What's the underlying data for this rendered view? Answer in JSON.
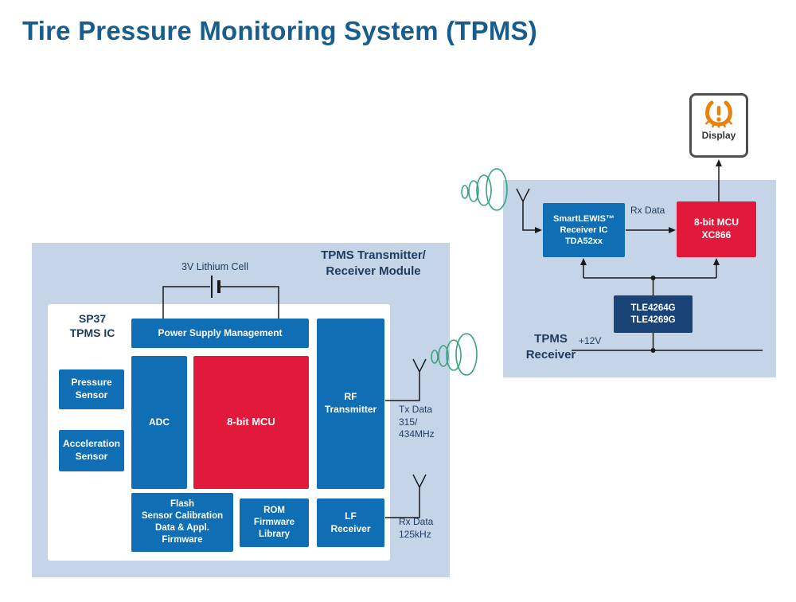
{
  "title": "Tire Pressure Monitoring System (TPMS)",
  "transmitter": {
    "module_label": "TPMS Transmitter/\nReceiver Module",
    "battery_label": "3V Lithium Cell",
    "chip_label": "SP37\nTPMS IC",
    "blocks": {
      "psm": "Power Supply Management",
      "pressure": "Pressure\nSensor",
      "acceleration": "Acceleration\nSensor",
      "adc": "ADC",
      "mcu": "8-bit MCU",
      "rf_tx": "RF\nTransmitter",
      "flash": "Flash\nSensor Calibration\nData & Appl.\nFirmware",
      "rom": "ROM\nFirmware\nLibrary",
      "lf_rx": "LF\nReceiver"
    },
    "tx_data_label": "Tx Data\n315/\n434MHz",
    "rx_data_label": "Rx Data\n125kHz"
  },
  "receiver": {
    "panel_label": "TPMS\nReceiver",
    "blocks": {
      "smartlewis": "SmartLEWIS™\nReceiver IC\nTDA52xx",
      "mcu": "8-bit MCU\nXC866",
      "regulator": "TLE4264G\nTLE4269G"
    },
    "rx_data_label": "Rx Data",
    "supply_label": "+12V"
  },
  "display": {
    "label": "Display"
  },
  "colors": {
    "title": "#175d8d",
    "panel": "#c5d4e7",
    "block_blue": "#0f6eb4",
    "block_red": "#e11a3c",
    "block_navy": "#1a4477",
    "text_dark": "#1e3a5f",
    "rf_wave_green": "#3aa37c",
    "warning_orange": "#e8820c",
    "line_black": "#1a1a1a"
  },
  "icons": {
    "battery": "battery-cell-icon",
    "tx_antenna": "antenna-icon",
    "lf_antenna": "antenna-icon",
    "rx_antenna": "antenna-icon",
    "rf_waves": "rf-waves-icon",
    "tpms_warning": "tire-pressure-warning-icon"
  }
}
